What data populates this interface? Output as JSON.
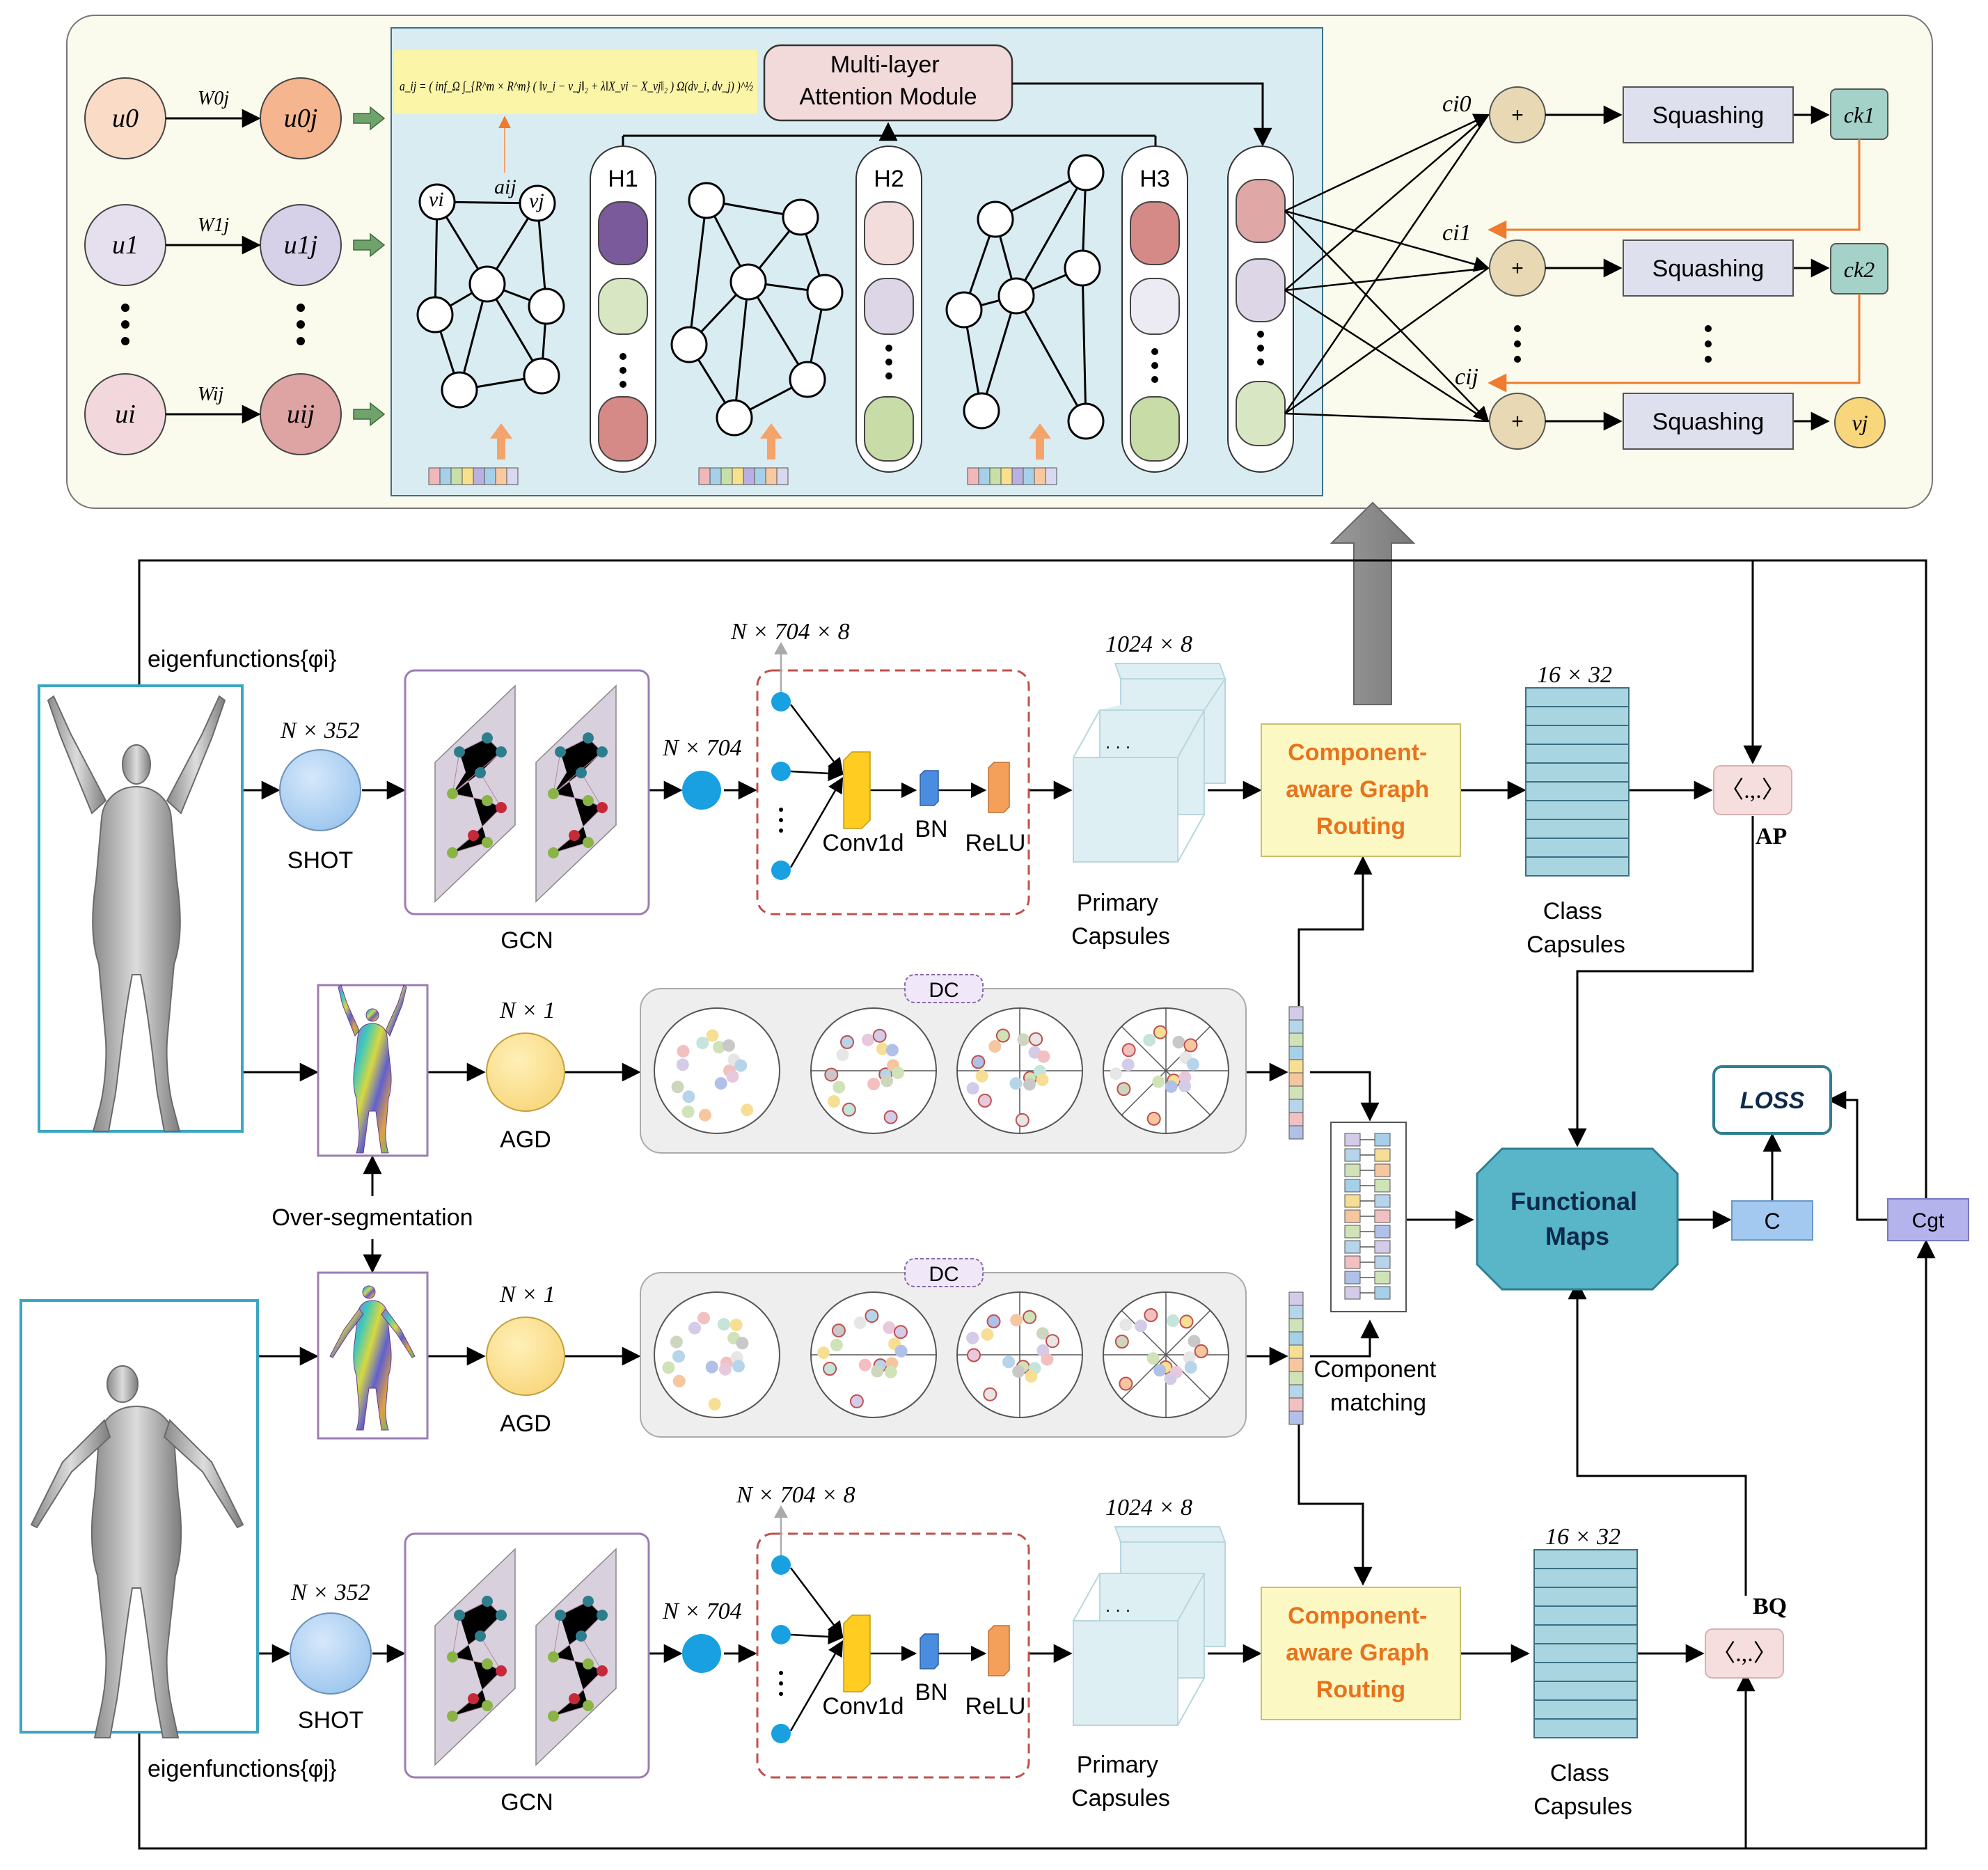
{
  "top_panel": {
    "formula": "a_ij = ( inf_Ω ∫_{R^m × R^m} ( ‖v_i − v_j‖₂ + λ‖X_vi − X_vj‖₂ ) Ω(dv_i, dv_j) )^½",
    "attention_module": [
      "Multi-layer",
      "Attention Module"
    ],
    "nodes_u": [
      "u0",
      "u1",
      "ui"
    ],
    "nodes_uj": [
      "u0j",
      "u1j",
      "uij"
    ],
    "weights": [
      "W0j",
      "W1j",
      "Wij"
    ],
    "graph_labels": {
      "vi": "vi",
      "vj": "vj",
      "aij": "aij"
    },
    "heads": [
      "H1",
      "H2",
      "H3"
    ],
    "coupling": [
      "ci0",
      "ci1",
      "cij"
    ],
    "plus": "+",
    "squashing": "Squashing",
    "outputs": [
      "ck1",
      "ck2",
      "vj"
    ]
  },
  "pipeline": {
    "eigen_top": "eigenfunctions{φi}",
    "eigen_bottom": "eigenfunctions{φj}",
    "dim_352": "N × 352",
    "dim_704": "N × 704",
    "dim_704x8": "N × 704 × 8",
    "dim_1024x8": "1024 × 8",
    "dim_16x32": "16 × 32",
    "dim_N1": "N × 1",
    "shot": "SHOT",
    "gcn": "GCN",
    "conv1d": "Conv1d",
    "bn": "BN",
    "relu": "ReLU",
    "primary": [
      "Primary",
      "Capsules"
    ],
    "class": [
      "Class",
      "Capsules"
    ],
    "routing": [
      "Component-",
      "aware Graph",
      "Routing"
    ],
    "agd": "AGD",
    "dc": "DC",
    "over_segmentation": "Over-segmentation",
    "component_matching": [
      "Component",
      "matching"
    ],
    "inner_product": "〈.,.〉",
    "ap": "AP",
    "bq": "BQ",
    "functional_maps": [
      "Functional",
      "Maps"
    ],
    "loss": "LOSS",
    "c": "C",
    "cgt": "Cgt"
  },
  "colors": {
    "top_bg": "#fbfbed",
    "attn_bg": "#d9ecf2",
    "routing_fill": "#fbf8c4",
    "routing_text": "#e8731c",
    "fmap": "#59b5c8",
    "class_caps": "#a9d5e0",
    "orange_arrow": "#f4a36b"
  }
}
